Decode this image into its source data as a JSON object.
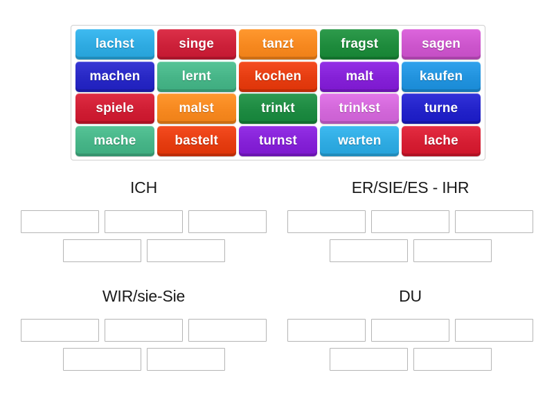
{
  "word_bank": {
    "name": "word-bank",
    "rows": [
      [
        {
          "label": "lachst",
          "color": "#2eaae1"
        },
        {
          "label": "singe",
          "color": "#cc2039"
        },
        {
          "label": "tanzt",
          "color": "#f6881f"
        },
        {
          "label": "fragst",
          "color": "#1e8b3c"
        },
        {
          "label": "sagen",
          "color": "#cc55cc"
        }
      ],
      [
        {
          "label": "machen",
          "color": "#2727c4"
        },
        {
          "label": "lernt",
          "color": "#46b487"
        },
        {
          "label": "kochen",
          "color": "#e53c10"
        },
        {
          "label": "malt",
          "color": "#8420d6"
        },
        {
          "label": "kaufen",
          "color": "#2192dd"
        }
      ],
      [
        {
          "label": "spiele",
          "color": "#cf1d33"
        },
        {
          "label": "malst",
          "color": "#f6881f"
        },
        {
          "label": "trinkt",
          "color": "#1d8a41"
        },
        {
          "label": "trinkst",
          "color": "#d267d9"
        },
        {
          "label": "turne",
          "color": "#2222c9"
        }
      ],
      [
        {
          "label": "mache",
          "color": "#46b487"
        },
        {
          "label": "bastelt",
          "color": "#e53c10"
        },
        {
          "label": "turnst",
          "color": "#8420d6"
        },
        {
          "label": "warten",
          "color": "#2eaae1"
        },
        {
          "label": "lache",
          "color": "#d51d32"
        }
      ]
    ]
  },
  "categories": [
    {
      "title": "ICH",
      "slot_rows": [
        3,
        2
      ]
    },
    {
      "title": "ER/SIE/ES - IHR",
      "slot_rows": [
        3,
        2
      ]
    },
    {
      "title": "WIR/sie-Sie",
      "slot_rows": [
        3,
        2
      ]
    },
    {
      "title": "DU",
      "slot_rows": [
        3,
        2
      ]
    }
  ],
  "theme": {
    "page_background": "#ffffff",
    "bank_border": "#cfcfcf",
    "slot_border": "#b4b4b4",
    "title_color": "#1a1a1a",
    "tile_text_color": "#ffffff"
  }
}
